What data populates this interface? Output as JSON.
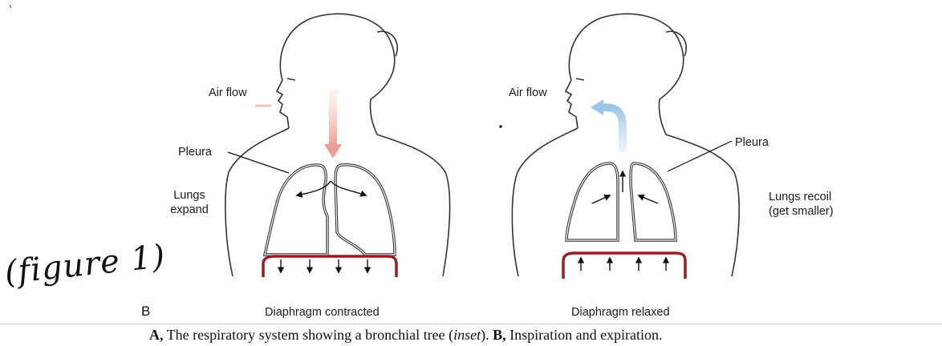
{
  "handwritten_note": "(figure 1)",
  "panel_letter": "B",
  "left_figure": {
    "air_flow_label": "Air flow",
    "pleura_label": "Pleura",
    "lungs_label_line1": "Lungs",
    "lungs_label_line2": "expand",
    "diaphragm_label": "Diaphragm contracted"
  },
  "right_figure": {
    "air_flow_label": "Air flow",
    "pleura_label": "Pleura",
    "lungs_label_line1": "Lungs recoil",
    "lungs_label_line2": "(get smaller)",
    "diaphragm_label": "Diaphragm relaxed"
  },
  "caption": {
    "a_marker": "A,",
    "a_text_before": " The respiratory system showing a bronchial tree (",
    "a_text_italic": "inset",
    "a_text_after": "). ",
    "b_marker": "B,",
    "b_text": " Inspiration and expiration."
  },
  "colors": {
    "diaphragm": "#9b1c24",
    "inhale_arrow": "#f0b0a8",
    "exhale_arrow": "#a8cce8",
    "outline": "#333333"
  }
}
